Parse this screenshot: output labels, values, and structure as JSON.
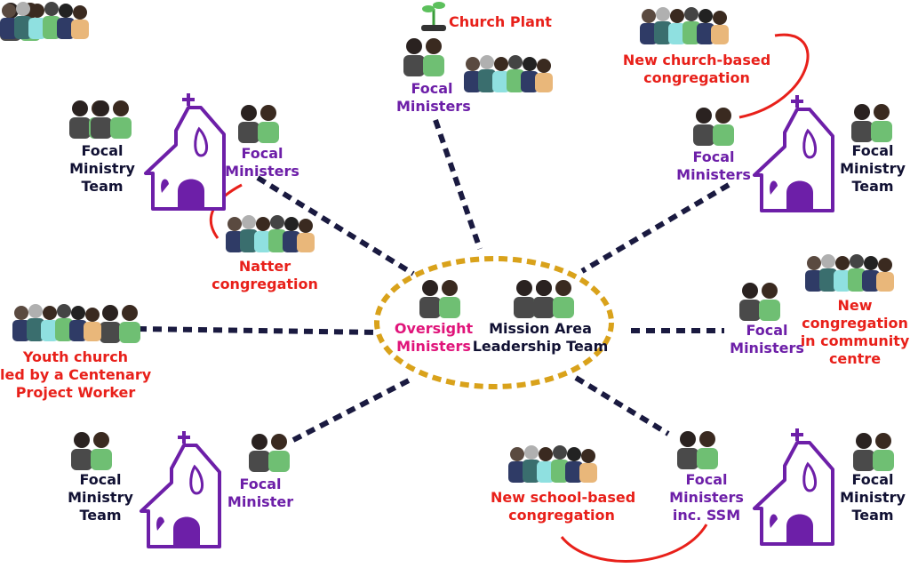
{
  "center": {
    "oversight": "Oversight\nMinisters",
    "leadership": "Mission Area\nLeadership Team"
  },
  "nodes": {
    "church_plant": "Church Plant",
    "top_focal": "Focal\nMinisters",
    "new_church_based": "New church-based\ncongregation",
    "top_left_team": "Focal\nMinistry\nTeam",
    "top_left_focal": "Focal\nMinisters",
    "natter": "Natter\ncongregation",
    "top_right_focal": "Focal\nMinisters",
    "top_right_team": "Focal\nMinistry\nTeam",
    "youth_church": "Youth church\nled by a Centenary\nProject Worker",
    "right_focal": "Focal\nMinisters",
    "community_centre": "New\ncongregation\nin community\ncentre",
    "bottom_left_team": "Focal\nMinistry\nTeam",
    "bottom_left_focal": "Focal\nMinister",
    "school_based": "New school-based\ncongregation",
    "bottom_right_focal": "Focal\nMinisters\ninc. SSM",
    "bottom_right_team": "Focal\nMinistry\nTeam"
  },
  "colors": {
    "purple": "#6d1fa8",
    "navy": "#111133",
    "red": "#e8201a",
    "pink": "#e0147a",
    "gold": "#d9a21b"
  }
}
